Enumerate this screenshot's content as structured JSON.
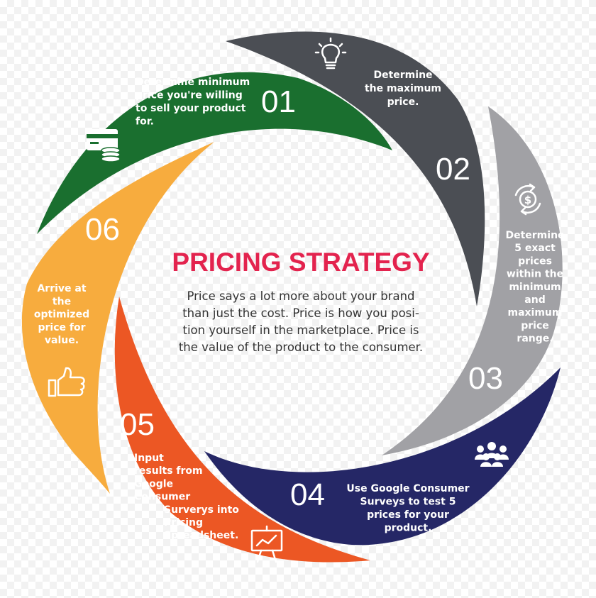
{
  "title": "PRICING STRATEGY",
  "description": [
    "Price says a lot more about your brand",
    "than just the cost. Price is how you posi-",
    "tion yourself in the marketplace. Price is",
    "the value of the product to the consumer."
  ],
  "steps": [
    {
      "number": "01",
      "color": "#1a6f2f",
      "icon": "credit-card-coins-icon",
      "lines": [
        "Determine minimum",
        "price you're willing",
        "to sell your product",
        "for."
      ]
    },
    {
      "number": "02",
      "color": "#4b4e54",
      "icon": "lightbulb-icon",
      "lines": [
        "Determine",
        "the maximum",
        "price."
      ]
    },
    {
      "number": "03",
      "color": "#a1a1a5",
      "icon": "dollar-cycle-icon",
      "lines": [
        "Determine",
        "5 exact",
        "prices",
        "within the",
        "minimum",
        "and",
        "maximum",
        "price",
        "range."
      ]
    },
    {
      "number": "04",
      "color": "#252766",
      "icon": "people-group-icon",
      "lines": [
        "Use Google Consumer",
        "Surveys to test 5",
        "prices for your",
        "product."
      ]
    },
    {
      "number": "05",
      "color": "#ec5724",
      "icon": "presentation-chart-icon",
      "lines": [
        "Input",
        "results from",
        "Google",
        "Consumer",
        "Surverys into",
        "Pricing",
        "Spreadsheet."
      ]
    },
    {
      "number": "06",
      "color": "#f7ac3e",
      "icon": "thumbs-up-icon",
      "lines": [
        "Arrive at",
        "the",
        "optimized",
        "price for",
        "value."
      ]
    }
  ]
}
